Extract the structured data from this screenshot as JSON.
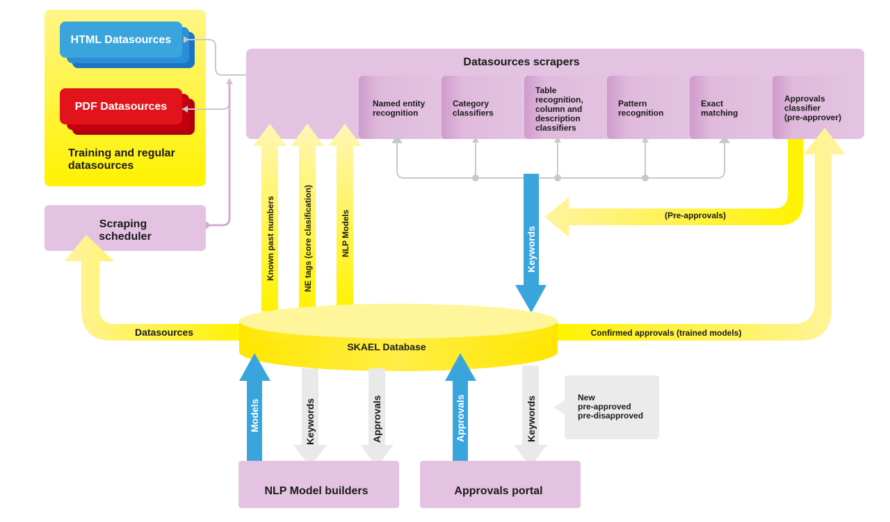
{
  "colors": {
    "lavender": "#e3c3e1",
    "lavender_dark": "#d7a9d4",
    "yellow": "#fff200",
    "yellow_pale": "#fff3a1",
    "blue": "#3aa5dc",
    "blue_dark": "#1b74c4",
    "red": "#e1141c",
    "red_dark": "#c40010",
    "grey": "#e9e9e9",
    "grey_line": "#c9c9c9"
  },
  "datasources_panel": {
    "html_label": "HTML Datasources",
    "pdf_label": "PDF Datasources",
    "caption_line1": "Training and regular",
    "caption_line2": "datasources"
  },
  "scrapers": {
    "title": "Datasources scrapers",
    "modules": [
      {
        "lines": [
          "Named entity",
          "recognition"
        ]
      },
      {
        "lines": [
          "Category",
          "classifiers"
        ]
      },
      {
        "lines": [
          "Table",
          "recognition,",
          "column and",
          "description",
          "classifiers"
        ]
      },
      {
        "lines": [
          "Pattern",
          "recognition"
        ]
      },
      {
        "lines": [
          "Exact",
          "matching"
        ]
      },
      {
        "lines": [
          "Approvals",
          "classifier",
          "(pre-approver)"
        ]
      }
    ]
  },
  "scheduler": {
    "line1": "Scraping",
    "line2": "scheduler"
  },
  "database": {
    "label": "SKAEL Database"
  },
  "flows": {
    "known_past_numbers": "Known past numbers",
    "ne_tags": "NE tags (core clasification)",
    "nlp_models": "NLP Models",
    "keywords_down": "Keywords",
    "pre_approvals": "(Pre-approvals)",
    "datasources": "Datasources",
    "confirmed_approvals": "Confirmed approvals (trained models)",
    "models_up": "Models",
    "keywords_to_builders": "Keywords",
    "approvals_to_builders": "Approvals",
    "approvals_up": "Approvals",
    "keywords_to_portal": "Keywords"
  },
  "builders": {
    "label": "NLP Model builders"
  },
  "portal": {
    "label": "Approvals portal"
  },
  "note": {
    "line1": "New",
    "line2": "pre-approved",
    "line3": "pre-disapproved"
  }
}
